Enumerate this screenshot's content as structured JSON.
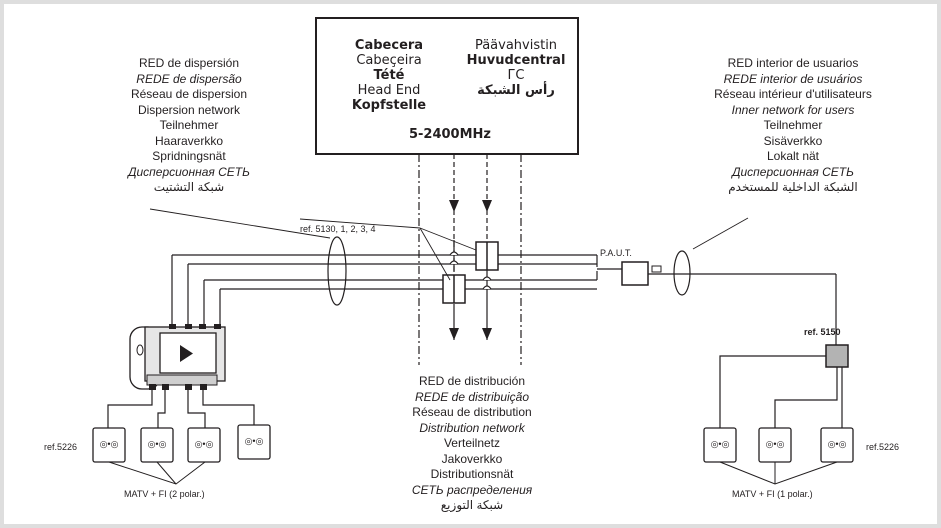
{
  "head_end": {
    "col1": [
      "Cabecera",
      "Cabeçeira",
      "Tété",
      "Head End",
      "Kopfstelle"
    ],
    "col2": [
      "Päävahvistin",
      "Huvudcentral",
      "ГС",
      "رأس الشبكة"
    ],
    "freq": "5-2400MHz"
  },
  "dispersion": [
    "RED de dispersión",
    "REDE de dispersão",
    "Réseau de dispersion",
    "Dispersion network",
    "Teilnehmer",
    "Haaraverkko",
    "Spridningsnät",
    "Дисперсионная СЕТЬ",
    "شبكة التشتيت"
  ],
  "inner": [
    "RED interior de usuarios",
    "REDE interior de usuários",
    "Réseau intérieur d'utilisateurs",
    "Inner network for users",
    "Teilnehmer",
    "Sisäverkko",
    "Lokalt nät",
    "Дисперсионная СЕТЬ",
    "الشبكة الداخلية للمستخدم"
  ],
  "distribution": [
    "RED de distribución",
    "REDE de distribuição",
    "Réseau de distribution",
    "Distribution network",
    "Verteilnetz",
    "Jakoverkko",
    "Distributionsnät",
    "СЕТЬ распределения",
    "شبكة التوزيع"
  ],
  "labels": {
    "ref_splitters": "ref. 5130, 1, 2, 3, 4",
    "paut": "P.A.U.T.",
    "ref_5150": "ref. 5150",
    "ref_5226_left": "ref.5226",
    "ref_5226_right": "ref.5226",
    "matv_left": "MATV + FI  (2 polar.)",
    "matv_right": "MATV + FI  (1 polar.)",
    "outlet_symbol": "◎•◎"
  }
}
